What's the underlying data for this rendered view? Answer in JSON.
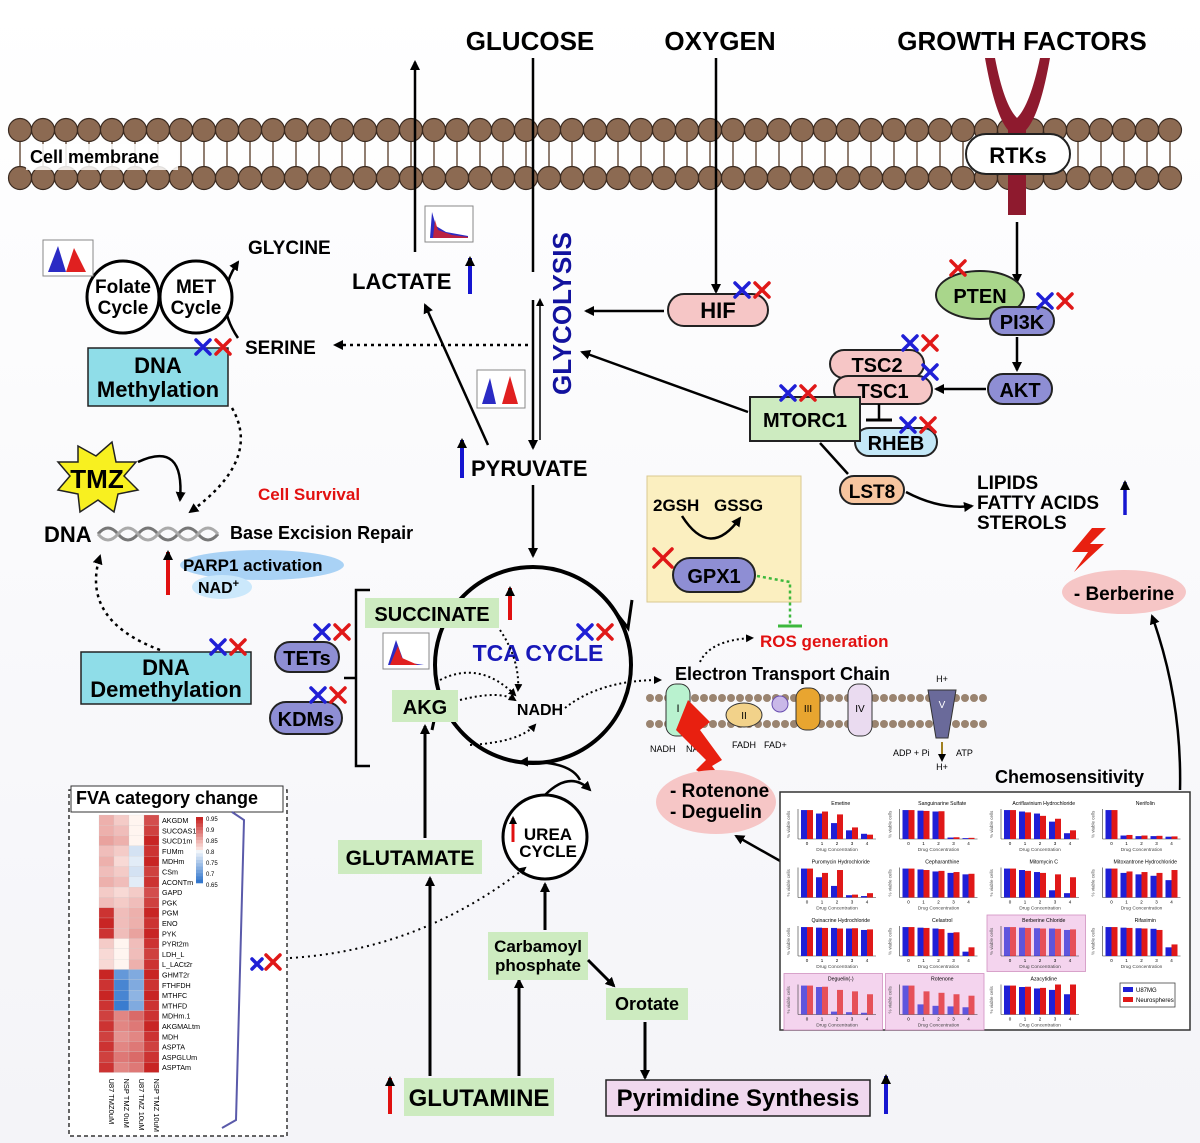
{
  "inputs": {
    "glucose": "GLUCOSE",
    "oxygen": "OXYGEN",
    "growth_factors": "GROWTH FACTORS"
  },
  "membrane": {
    "label": "Cell membrane",
    "rtks": "RTKs"
  },
  "nodes": {
    "glycolysis": "GLYCOLYSIS",
    "lactate": "LACTATE",
    "pyruvate": "PYRUVATE",
    "hif": "HIF",
    "glycine": "GLYCINE",
    "serine": "SERINE",
    "folate_cycle": [
      "Folate",
      "Cycle"
    ],
    "met_cycle": [
      "MET",
      "Cycle"
    ],
    "dna_methylation": [
      "DNA",
      "Methylation"
    ],
    "dna_demethylation": [
      "DNA",
      "Demethylation"
    ],
    "tmz": "TMZ",
    "dna": "DNA",
    "base_excision_repair": "Base Excision Repair",
    "cell_survival": "Cell Survival",
    "parp1": "PARP1 activation",
    "nad": "NAD",
    "nad_sup": "+",
    "pten": "PTEN",
    "pi3k": "PI3K",
    "akt": "AKT",
    "tsc2": "TSC2",
    "tsc1": "TSC1",
    "mtorc1": "MTORC1",
    "rheb": "RHEB",
    "lst8": "LST8",
    "lipids": [
      "LIPIDS",
      "FATTY ACIDS",
      "STEROLS"
    ],
    "berberine": "- Berberine",
    "gsh": "2GSH",
    "gssg": "GSSG",
    "gpx1": "GPX1",
    "ros": "ROS generation",
    "succinate": "SUCCINATE",
    "tca": "TCA CYCLE",
    "tets": "TETs",
    "kdms": "KDMs",
    "akg": "AKG",
    "nadh": "NADH",
    "etc": "Electron Transport Chain",
    "rotenone": "- Rotenone",
    "deguelin": "- Deguelin",
    "urea": [
      "UREA",
      "CYCLE"
    ],
    "glutamate": "GLUTAMATE",
    "glutamine": "GLUTAMINE",
    "carbamoyl": [
      "Carbamoyl",
      "phosphate"
    ],
    "orotate": "Orotate",
    "pyrimidine": "Pyrimidine Synthesis",
    "chemosensitivity": "Chemosensitivity"
  },
  "etc_labels": {
    "c1": "I",
    "c2": "II",
    "c3": "III",
    "c4": "IV",
    "c5": "V",
    "nadh": "NADH",
    "nad_plus": "NAD+",
    "fadh": "FADH",
    "fad": "FAD+",
    "adp": "ADP + Pi",
    "atp": "ATP",
    "h1": "H+",
    "h2": "H+"
  },
  "fva": {
    "title": "FVA category change",
    "rows": [
      "AKGDM",
      "SUCOAS1m",
      "SUCD1m",
      "FUMm",
      "MDHm",
      "CSm",
      "ACONTm",
      "GAPD",
      "PGK",
      "PGM",
      "ENO",
      "PYK",
      "PYRt2m",
      "LDH_L",
      "L_LACt2r",
      "GHMT2r",
      "FTHFDH",
      "MTHFC",
      "MTHFD",
      "MDHm.1",
      "AKGMALtm",
      "MDH",
      "ASPTA",
      "ASPGLUm",
      "ASPTAm"
    ],
    "cols": [
      "U87 TMZ0uM",
      "NSP TMZ 0uM",
      "U87 TMZ 10uM",
      "NSP TMZ 10uM"
    ],
    "colorbar_ticks": [
      "0.95",
      "0.9",
      "0.85",
      "0.8",
      "0.75",
      "0.7",
      "0.65"
    ],
    "values": [
      [
        0.85,
        0.83,
        0.8,
        0.92
      ],
      [
        0.85,
        0.84,
        0.8,
        0.93
      ],
      [
        0.86,
        0.85,
        0.8,
        0.95
      ],
      [
        0.84,
        0.83,
        0.78,
        0.94
      ],
      [
        0.85,
        0.82,
        0.79,
        0.95
      ],
      [
        0.84,
        0.83,
        0.78,
        0.93
      ],
      [
        0.85,
        0.84,
        0.79,
        0.94
      ],
      [
        0.83,
        0.82,
        0.83,
        0.92
      ],
      [
        0.84,
        0.83,
        0.84,
        0.93
      ],
      [
        0.94,
        0.84,
        0.85,
        0.95
      ],
      [
        0.95,
        0.84,
        0.85,
        0.94
      ],
      [
        0.94,
        0.84,
        0.86,
        0.95
      ],
      [
        0.83,
        0.8,
        0.84,
        0.94
      ],
      [
        0.82,
        0.8,
        0.84,
        0.93
      ],
      [
        0.82,
        0.8,
        0.85,
        0.94
      ],
      [
        0.95,
        0.7,
        0.72,
        0.95
      ],
      [
        0.94,
        0.68,
        0.72,
        0.94
      ],
      [
        0.95,
        0.68,
        0.73,
        0.95
      ],
      [
        0.94,
        0.67,
        0.72,
        0.94
      ],
      [
        0.93,
        0.88,
        0.9,
        0.94
      ],
      [
        0.94,
        0.88,
        0.89,
        0.95
      ],
      [
        0.93,
        0.87,
        0.88,
        0.94
      ],
      [
        0.94,
        0.88,
        0.89,
        0.93
      ],
      [
        0.93,
        0.89,
        0.9,
        0.94
      ],
      [
        0.94,
        0.88,
        0.89,
        0.95
      ]
    ]
  },
  "chemo_panels": [
    {
      "name": "Emetine",
      "u": [
        100,
        88,
        55,
        30,
        18
      ],
      "n": [
        100,
        95,
        85,
        40,
        15
      ],
      "hl": false
    },
    {
      "name": "Sanguinarine Sulfate",
      "u": [
        100,
        98,
        95,
        5,
        3
      ],
      "n": [
        100,
        97,
        96,
        6,
        4
      ],
      "hl": false
    },
    {
      "name": "Acriflavinium Hydrochloride",
      "u": [
        100,
        95,
        88,
        60,
        20
      ],
      "n": [
        100,
        92,
        80,
        70,
        30
      ],
      "hl": false
    },
    {
      "name": "Nerifolin",
      "u": [
        100,
        12,
        10,
        10,
        8
      ],
      "n": [
        100,
        14,
        12,
        11,
        9
      ],
      "hl": false
    },
    {
      "name": "Puromycin Hydrochloride",
      "u": [
        100,
        70,
        40,
        8,
        5
      ],
      "n": [
        100,
        85,
        95,
        10,
        15
      ],
      "hl": false
    },
    {
      "name": "Cepharanthine",
      "u": [
        100,
        97,
        90,
        85,
        80
      ],
      "n": [
        100,
        95,
        92,
        88,
        82
      ],
      "hl": false
    },
    {
      "name": "Mitomycin C",
      "u": [
        100,
        95,
        88,
        25,
        15
      ],
      "n": [
        100,
        92,
        85,
        80,
        70
      ],
      "hl": false
    },
    {
      "name": "Mitoxantrone Hydrochloride",
      "u": [
        100,
        85,
        80,
        75,
        60
      ],
      "n": [
        100,
        90,
        88,
        85,
        95
      ],
      "hl": false
    },
    {
      "name": "Quinacrine Hydrochloride",
      "u": [
        100,
        98,
        97,
        95,
        90
      ],
      "n": [
        100,
        97,
        95,
        96,
        92
      ],
      "hl": false
    },
    {
      "name": "Celastrol",
      "u": [
        100,
        98,
        95,
        80,
        15
      ],
      "n": [
        100,
        97,
        93,
        82,
        30
      ],
      "hl": false
    },
    {
      "name": "Berberine Chloride",
      "u": [
        100,
        98,
        96,
        95,
        90
      ],
      "n": [
        100,
        97,
        95,
        94,
        92
      ],
      "hl": true
    },
    {
      "name": "Rifaximin",
      "u": [
        100,
        98,
        96,
        94,
        30
      ],
      "n": [
        100,
        97,
        95,
        90,
        40
      ],
      "hl": false
    },
    {
      "name": "Deguelin(-)",
      "u": [
        100,
        95,
        10,
        8,
        6
      ],
      "n": [
        100,
        96,
        85,
        80,
        70
      ],
      "hl": true
    },
    {
      "name": "Rotenone",
      "u": [
        100,
        35,
        30,
        28,
        25
      ],
      "n": [
        100,
        80,
        75,
        70,
        65
      ],
      "hl": true
    },
    {
      "name": "Azacytidine",
      "u": [
        100,
        95,
        90,
        85,
        70
      ],
      "n": [
        100,
        96,
        92,
        130,
        140
      ],
      "hl": false
    }
  ],
  "chemo_axis": {
    "xlabel": "Drug Concentration",
    "ylabel": "% viable cells",
    "ticks": [
      "0",
      "1",
      "2",
      "3",
      "4"
    ]
  },
  "chemo_legend": [
    "U87MG",
    "Neurospheres"
  ],
  "colors": {
    "blue_cross": "#1f1fd6",
    "red_cross": "#e01818",
    "green_box": "#cdebc0",
    "pink_box": "#f6c6c6",
    "purple_box": "#8e8ed4",
    "cyan_box": "#8fdde8",
    "orange_box": "#f7c59f",
    "membrane": "#8c6a52",
    "receptor": "#8e1a2e",
    "up_blue": "#1515d0",
    "up_red": "#e01010",
    "glycolysis_text": "#12129e",
    "tca_text": "#1818b8",
    "ros_text": "#e21010"
  }
}
